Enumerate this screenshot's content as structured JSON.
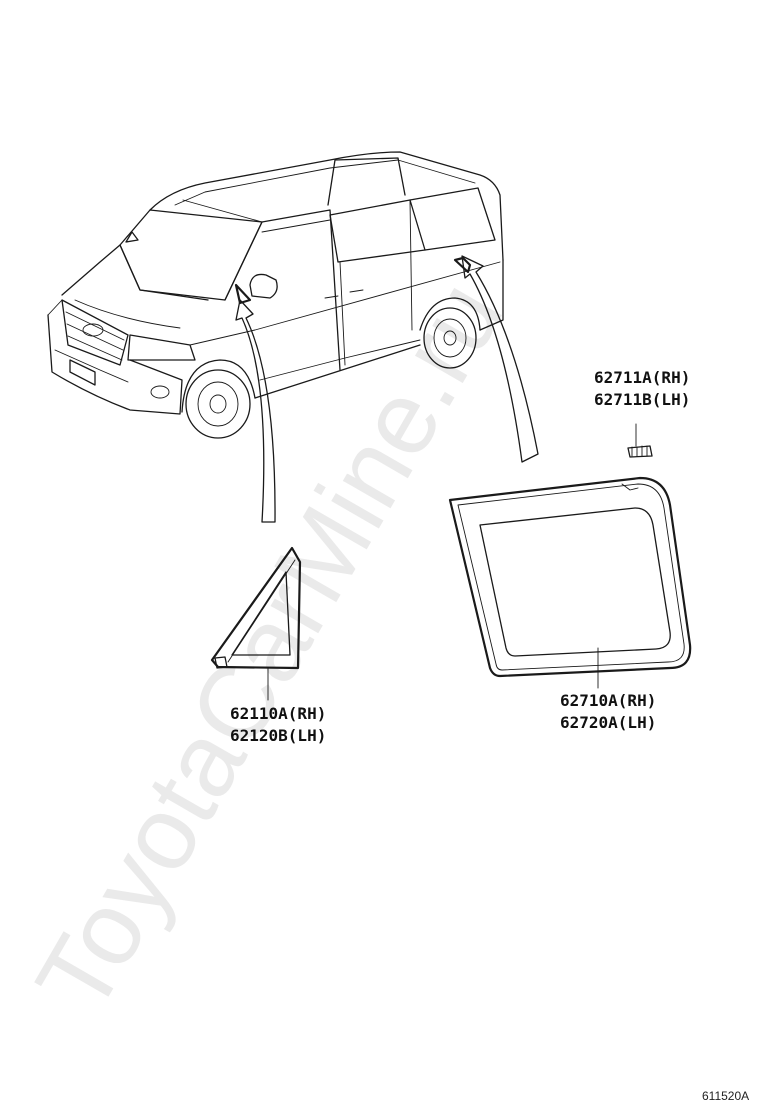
{
  "watermark": "ToyotaCarMine.ru",
  "figure_code": "611520A",
  "parts": [
    {
      "id": "quarter-window-clip",
      "lines": [
        "62711A(RH)",
        "62711B(LH)"
      ]
    },
    {
      "id": "front-quarter-glass",
      "lines": [
        "62110A(RH)",
        "62120B(LH)"
      ]
    },
    {
      "id": "rear-quarter-glass",
      "lines": [
        "62710A(RH)",
        "62720A(LH)"
      ]
    }
  ]
}
